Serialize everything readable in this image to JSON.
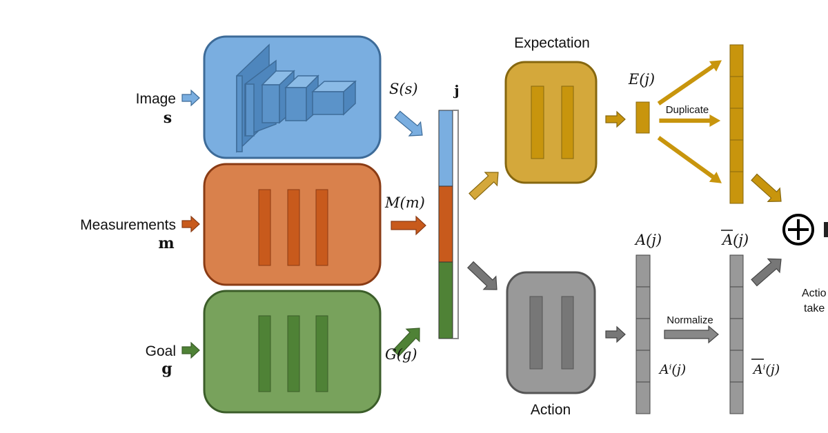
{
  "inputs": {
    "image": {
      "label": "Image",
      "symbol": "s"
    },
    "measurements": {
      "label": "Measurements",
      "symbol": "m"
    },
    "goal": {
      "label": "Goal",
      "symbol": "g"
    }
  },
  "modules": {
    "image_out": "S(s)",
    "measurements_out": "M(m)",
    "goal_out": "G(g)"
  },
  "joint": "j",
  "expectation": {
    "title": "Expectation",
    "output": "E(j)",
    "duplicate_label": "Duplicate"
  },
  "action": {
    "title": "Action",
    "output": "A(j)",
    "output_i": "Aⁱ(j)",
    "normalize_label": "Normalize",
    "normalized": "A(j)",
    "normalized_i": "Aⁱ(j)"
  },
  "combine_symbol": "⊕",
  "cropped_text": [
    "Actio",
    "take"
  ],
  "colors": {
    "image": "#7aaee0",
    "image_stroke": "#3d6b98",
    "image_dark": "#5b93c9",
    "measurements": "#d9814c",
    "measurements_stroke": "#8a3b14",
    "measurements_dark": "#c85a1c",
    "goal": "#78a25c",
    "goal_stroke": "#3b5d29",
    "goal_dark": "#4f8236",
    "expectation": "#d4a83b",
    "expectation_stroke": "#86670f",
    "expectation_dark": "#c8950d",
    "action": "#999999",
    "action_stroke": "#555555",
    "action_dark": "#777777"
  }
}
